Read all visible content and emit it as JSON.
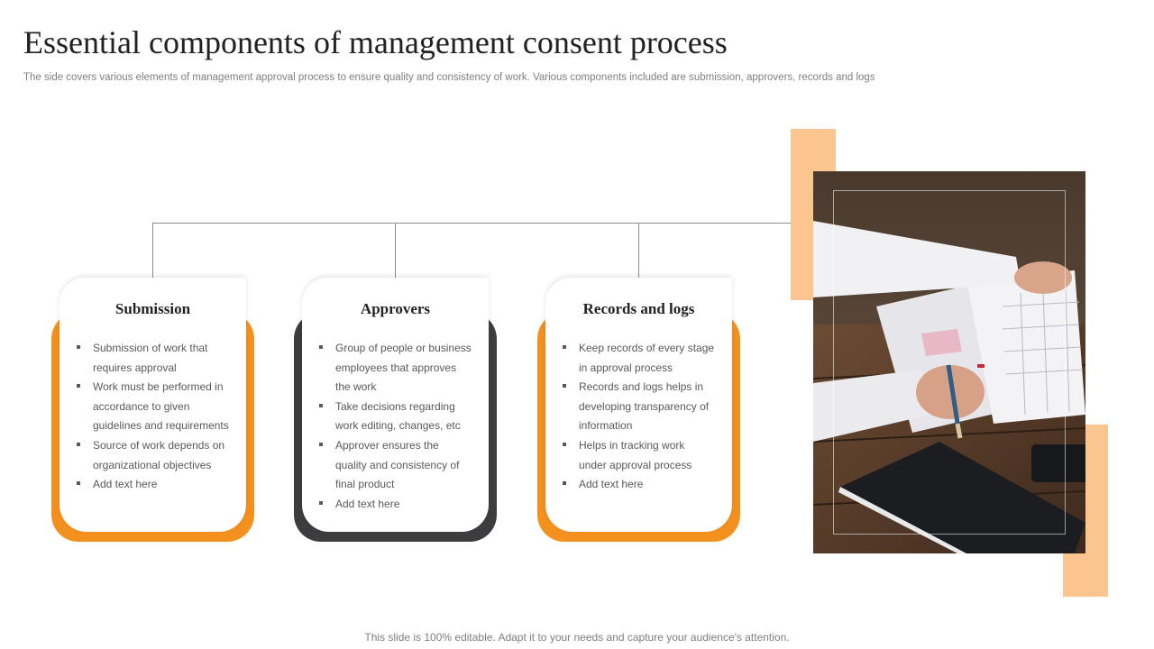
{
  "header": {
    "title": "Essential components of management consent process",
    "subtitle": "The side covers various elements of management approval process to ensure quality and consistency of work. Various components included are submission, approvers, records and logs"
  },
  "cards": [
    {
      "title": "Submission",
      "accent": "orange",
      "items": [
        "Submission of work that requires approval",
        "Work must be performed in accordance to given guidelines and requirements",
        "Source of work depends on organizational objectives",
        "Add text here"
      ]
    },
    {
      "title": "Approvers",
      "accent": "dark",
      "items": [
        "Group of people or business employees that approves the work",
        "Take decisions regarding work editing, changes, etc",
        "Approver ensures the quality and consistency of final product",
        "Add text here"
      ]
    },
    {
      "title": "Records and logs",
      "accent": "orange",
      "items": [
        "Keep records of every stage in approval process",
        "Records and logs helps in developing transparency of information",
        "Helps in tracking work under approval process",
        "Add text here"
      ]
    }
  ],
  "footer": {
    "text": "This slide is 100% editable. Adapt it to your needs and capture your audience's attention."
  },
  "colors": {
    "orange": "#f4901e",
    "dark": "#3d3d3f",
    "peach": "#fac58f",
    "text": "#595959"
  },
  "photo": {
    "icon": "desk-paperwork-photo"
  }
}
